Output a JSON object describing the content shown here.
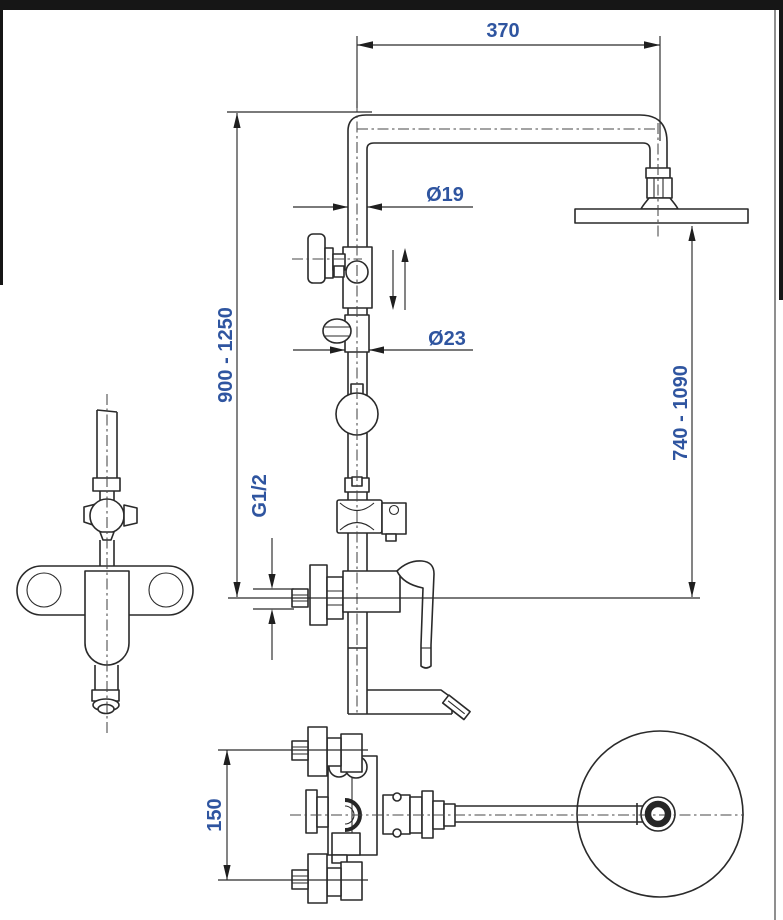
{
  "drawing": {
    "type": "technical-dimension-drawing",
    "subject": "shower-column-with-mixer-and-overhead-shower",
    "background_color": "#ffffff",
    "line_color": "#2a2a2a",
    "centerline_color": "#474747",
    "dimension_text_color": "#2f55a0",
    "scan_edge_color": "#161616",
    "labels": {
      "arm_span": "370",
      "pipe_upper_dia": "Ø19",
      "pipe_lower_dia": "Ø23",
      "column_height_range": "900 - 1250",
      "head_height_range": "740 - 1090",
      "thread_size": "G1/2",
      "port_spacing": "150"
    }
  }
}
